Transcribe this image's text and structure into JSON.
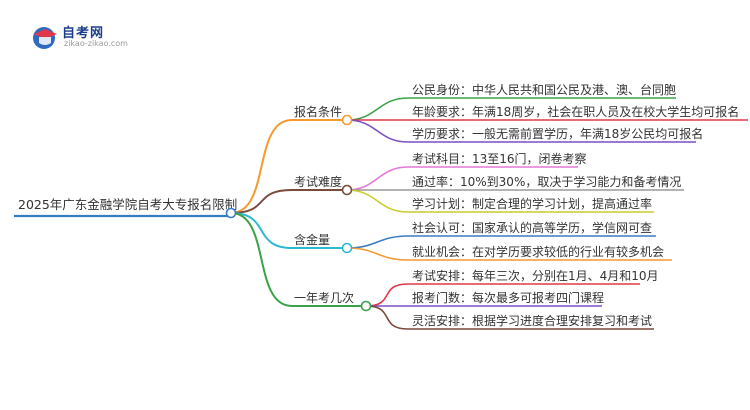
{
  "logo": {
    "title": "自考网",
    "url": "zikao-zikao.com"
  },
  "root": {
    "label": "2025年广东金融学院自考大专报名限制",
    "color": "#3a7cc2"
  },
  "branches": [
    {
      "label": "报名条件",
      "color": "#f59a2f",
      "children": [
        {
          "label": "公民身份：中华人民共和国公民及港、澳、台同胞",
          "color": "#3aa34a"
        },
        {
          "label": "年龄要求：年满18周岁，社会在职人员及在校大学生均可报名",
          "color": "#e0384a"
        },
        {
          "label": "学历要求：一般无需前置学历，年满18岁公民均可报名",
          "color": "#7d4fc4"
        }
      ]
    },
    {
      "label": "考试难度",
      "color": "#7a4a3a",
      "children": [
        {
          "label": "考试科目：13至16门，闭卷考察",
          "color": "#e37ad6"
        },
        {
          "label": "通过率：10%到30%，取决于学习能力和备考情况",
          "color": "#9a9a9a"
        },
        {
          "label": "学习计划：制定合理的学习计划，提高通过率",
          "color": "#c9cc2e"
        }
      ]
    },
    {
      "label": "含金量",
      "color": "#2cb9cf",
      "children": [
        {
          "label": "社会认可：国家承认的高等学历，学信网可查",
          "color": "#3a7cc2"
        },
        {
          "label": "就业机会：在对学历要求较低的行业有较多机会",
          "color": "#f59a2f"
        }
      ]
    },
    {
      "label": "一年考几次",
      "color": "#3aa34a",
      "children": [
        {
          "label": "考试安排：每年三次，分别在1月、4月和10月",
          "color": "#e0384a"
        },
        {
          "label": "报考门数：每次最多可报考四门课程",
          "color": "#7d4fc4"
        },
        {
          "label": "灵活安排：根据学习进度合理安排复习和考试",
          "color": "#7a4a3a"
        }
      ]
    }
  ]
}
